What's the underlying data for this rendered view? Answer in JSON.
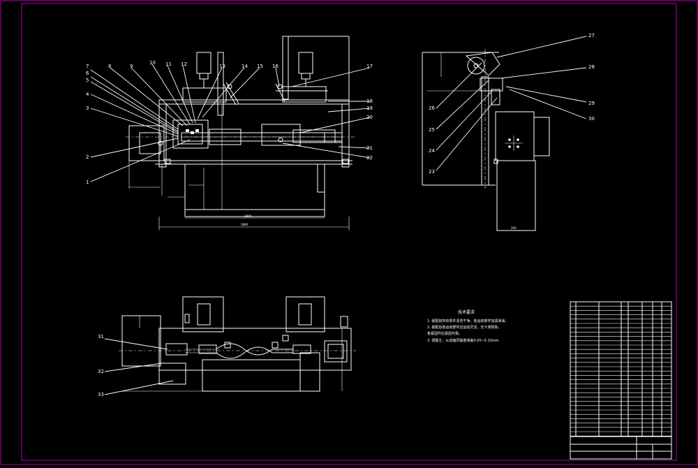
{
  "drawing": {
    "part_numbers_left": [
      "7",
      "8",
      "9",
      "10",
      "11",
      "12",
      "13",
      "14",
      "15",
      "16",
      "17",
      "6",
      "5",
      "4",
      "3",
      "2",
      "1",
      "18",
      "19",
      "20",
      "21",
      "22"
    ],
    "part_numbers_right": [
      "27",
      "28",
      "29",
      "30",
      "26",
      "25",
      "24",
      "23"
    ],
    "part_numbers_bottom": [
      "31",
      "32",
      "33"
    ],
    "notes": {
      "title": "技术要求",
      "lines": [
        "1. 装配前所有零件清洗干净，各运动部件加润滑油。",
        "2. 装配后各运动部件应运动灵活，无卡滞现象，",
        "    各紧固件应紧固可靠。",
        "3. 调整主、从动轴同轴度误差0.05~0.10mm"
      ]
    },
    "colors": {
      "frame": "#b000b0",
      "lines": "#ffffff",
      "background": "#000000"
    }
  }
}
